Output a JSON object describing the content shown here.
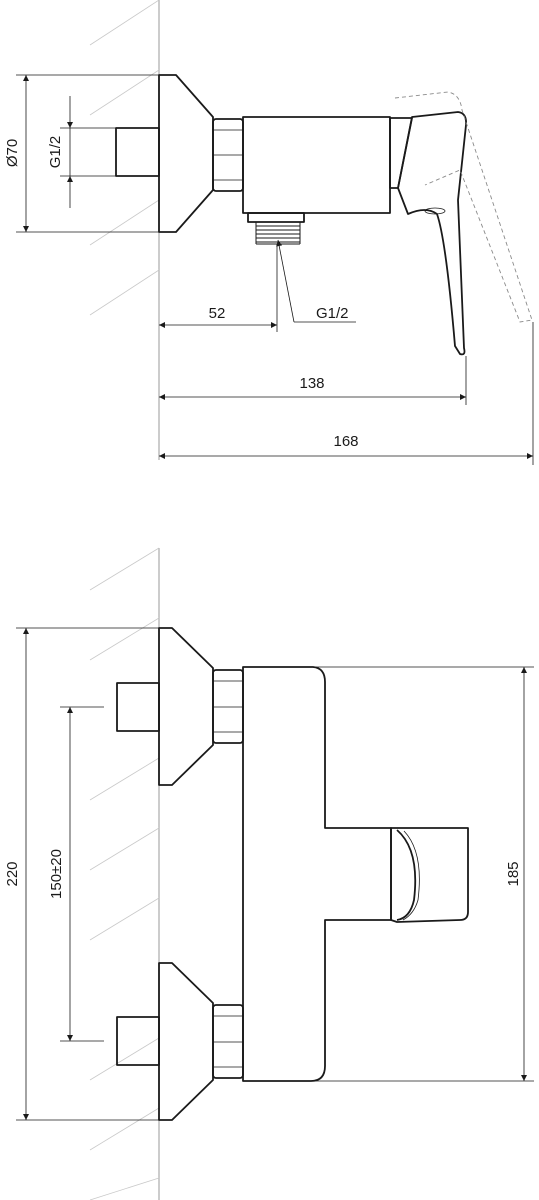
{
  "side_view": {
    "diameter_label": "Ø70",
    "inlet_thread_label": "G1/2",
    "outlet_thread_label": "G1/2",
    "depth_to_outlet": "52",
    "depth_to_lever": "138",
    "total_depth": "168"
  },
  "front_view": {
    "total_height": "220",
    "inlet_spacing": "150±20",
    "body_height": "185"
  }
}
